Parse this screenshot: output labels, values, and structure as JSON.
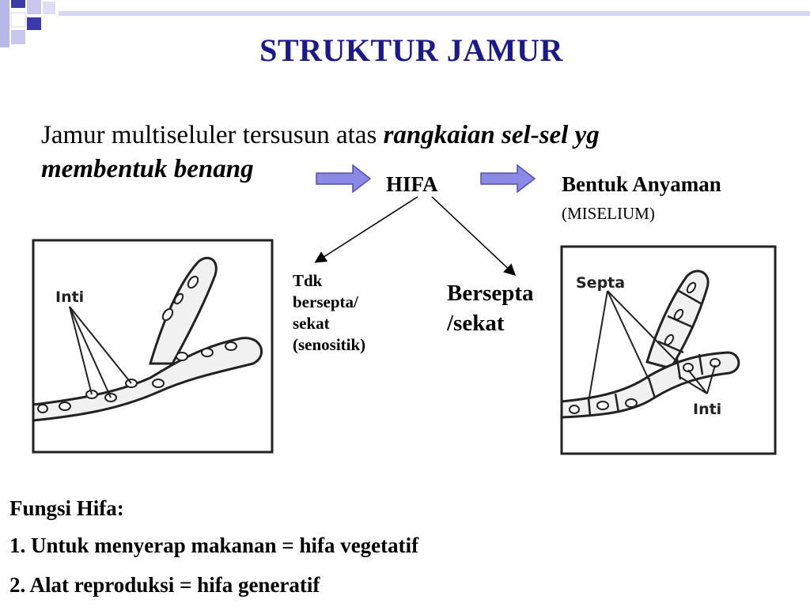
{
  "slide": {
    "title": "STRUKTUR JAMUR",
    "intro_plain": "Jamur multiseluler tersusun atas ",
    "intro_emph_1": "rangkaian sel-sel yg",
    "intro_emph_2": "membentuk benang"
  },
  "diagram": {
    "hifa_label": "HIFA",
    "anyaman_label": "Bentuk Anyaman",
    "miselium_label": "(MISELIUM)",
    "left_branch": {
      "line1": "Tdk",
      "line2": "bersepta/",
      "line3": "sekat",
      "line4": "(senositik)"
    },
    "right_branch": {
      "line1": "Bersepta",
      "line2": "/sekat"
    },
    "left_figure": {
      "label": "Inti"
    },
    "right_figure": {
      "label_top": "Septa",
      "label_bottom": "Inti"
    },
    "arrow_color": "#8a8ae6"
  },
  "fungsi": {
    "title": "Fungsi Hifa:",
    "items": [
      "1. Untuk menyerap makanan =  hifa vegetatif",
      "2. Alat reproduksi = hifa generatif"
    ]
  }
}
